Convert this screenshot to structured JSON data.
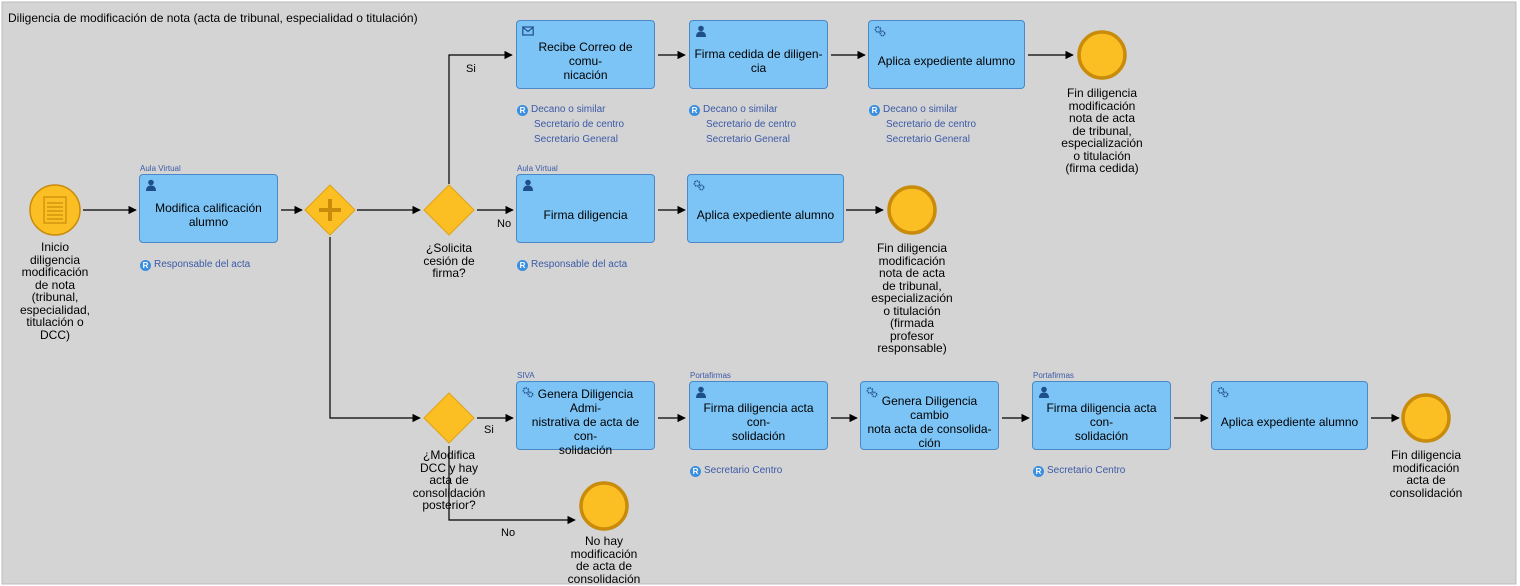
{
  "pool_title": "Diligencia de modificación de nota (acta de tribunal, especialidad o titulación)",
  "colors": {
    "task_fill": "#7cc4f6",
    "task_border": "#4a88c7",
    "event_fill": "#fbbf24",
    "event_border": "#c98b0a",
    "gateway_fill": "#fbbf24",
    "pool_bg": "#d4d4d4",
    "role_text": "#3c5aa6"
  },
  "start_event": {
    "label": "Inicio\ndiligencia\nmodificación\nde nota\n(tribunal,\nespecialidad,\ntitulación o\nDCC)"
  },
  "tasks": {
    "modifica": {
      "label": "Modifica calificación\nalumno",
      "system": "Aula Virtual",
      "icon": "user-icon",
      "roles": [
        "Responsable del acta"
      ]
    },
    "recibe": {
      "label": "Recibe Correo de comu-\nnicación",
      "system": "",
      "icon": "envelope-icon",
      "roles": [
        "Decano o similar",
        "Secretario de centro",
        "Secretario General"
      ]
    },
    "firma_cedida": {
      "label": "Firma cedida de diligen-\ncia",
      "system": "",
      "icon": "user-icon",
      "roles": [
        "Decano o similar",
        "Secretario de centro",
        "Secretario General"
      ]
    },
    "aplica1": {
      "label": "Aplica expediente alumno",
      "system": "",
      "icon": "gears-icon",
      "roles": [
        "Decano o similar",
        "Secretario de centro",
        "Secretario General"
      ]
    },
    "firma_diligencia": {
      "label": "Firma diligencia",
      "system": "Aula Virtual",
      "icon": "user-icon",
      "roles": [
        "Responsable del acta"
      ]
    },
    "aplica2": {
      "label": "Aplica expediente alumno",
      "system": "",
      "icon": "gears-icon",
      "roles": []
    },
    "genera_admin": {
      "label": "Genera Diligencia Admi-\nnistrativa de acta de con-\nsolidación",
      "system": "SIVA",
      "icon": "gears-icon",
      "roles": []
    },
    "firma_acta1": {
      "label": "Firma diligencia acta con-\nsolidación",
      "system": "Portafirmas",
      "icon": "user-icon",
      "roles": [
        "Secretario Centro"
      ]
    },
    "genera_cambio": {
      "label": "Genera Diligencia cambio\nnota acta de consolida-\nción",
      "system": "",
      "icon": "gears-icon",
      "roles": []
    },
    "firma_acta2": {
      "label": "Firma diligencia acta con-\nsolidación",
      "system": "Portafirmas",
      "icon": "user-icon",
      "roles": [
        "Secretario Centro"
      ]
    },
    "aplica3": {
      "label": "Aplica expediente alumno",
      "system": "",
      "icon": "gears-icon",
      "roles": []
    }
  },
  "role_badge": "R",
  "gateways": {
    "parallel": {
      "label": ""
    },
    "cesion": {
      "label": "¿Solicita\ncesión de\nfirma?"
    },
    "dcc": {
      "label": "¿Modifica\nDCC y hay\nacta de\nconsolidación\nposterior?"
    }
  },
  "end_events": {
    "fin_cedida": {
      "label": "Fin diligencia\nmodificación\nnota de acta\nde tribunal,\nespecialización\no titulación\n(firma cedida)"
    },
    "fin_profesor": {
      "label": "Fin diligencia\nmodificación\nnota de acta\nde tribunal,\nespecialización\no titulación\n(firmada\nprofesor\nresponsable)"
    },
    "fin_consolidacion": {
      "label": "Fin diligencia\nmodificación\nacta de\nconsolidación"
    },
    "no_hay": {
      "label": "No hay\nmodificación\nde acta de\nconsolidación"
    }
  },
  "flow_labels": {
    "si_top": "Si",
    "no_mid": "No",
    "si_bottom": "Si",
    "no_bottom": "No"
  }
}
